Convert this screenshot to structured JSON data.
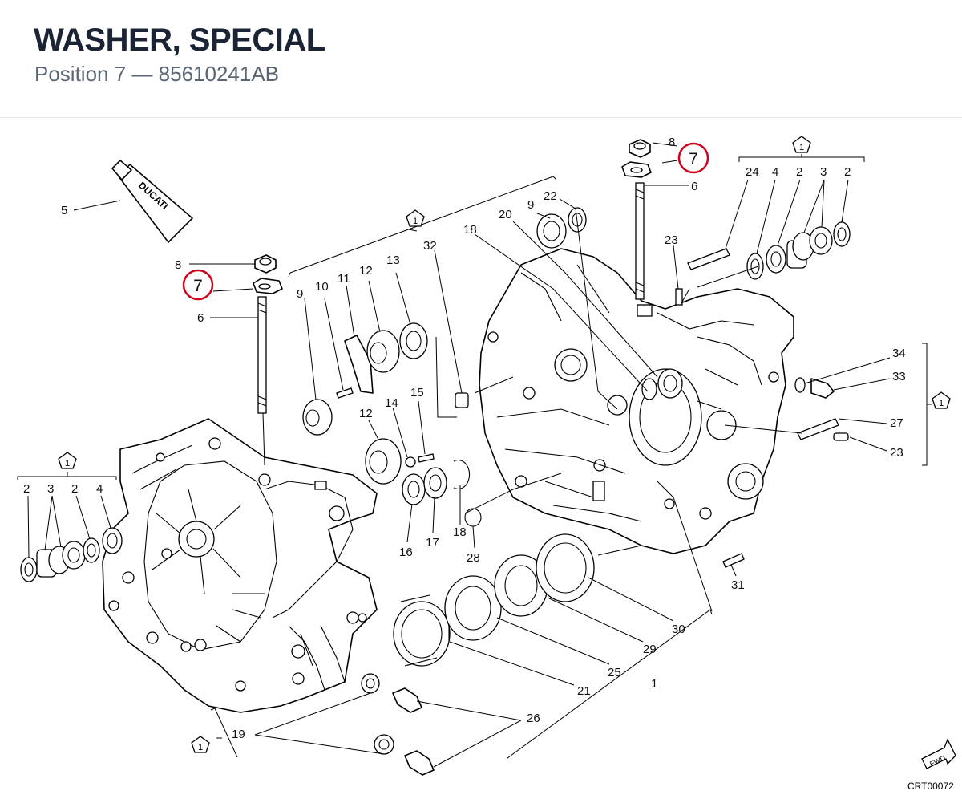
{
  "header": {
    "title": "WASHER, SPECIAL",
    "position_label": "Position 7",
    "separator": "—",
    "part_number": "85610241AB"
  },
  "diagram": {
    "highlight_color": "#d0021b",
    "highlight_labels": [
      "7",
      "7"
    ],
    "labels": {
      "l5": "5",
      "l8a": "8",
      "l6a": "6",
      "l8b": "8",
      "l6b": "6",
      "l24": "24",
      "l4a": "4",
      "l2a": "2",
      "l3a": "3",
      "l2b": "2",
      "l9a": "9",
      "l22": "22",
      "l20": "20",
      "l18a": "18",
      "l32": "32",
      "l23a": "23",
      "l9b": "9",
      "l10": "10",
      "l11": "11",
      "l12a": "12",
      "l13": "13",
      "l14": "14",
      "l15": "15",
      "l12b": "12",
      "l16": "16",
      "l17": "17",
      "l18b": "18",
      "l28": "28",
      "l34": "34",
      "l33": "33",
      "l27": "27",
      "l23b": "23",
      "l2c": "2",
      "l3b": "3",
      "l2d": "2",
      "l4b": "4",
      "l31": "31",
      "l30": "30",
      "l29": "29",
      "l25": "25",
      "l21": "21",
      "l1": "1",
      "l26": "26",
      "l19": "19"
    },
    "group_markers": [
      "1",
      "1",
      "1",
      "1",
      "1"
    ],
    "tube_brand": "DUCATI",
    "fwd_label": "FWD",
    "drawing_code": "CRT00072"
  }
}
